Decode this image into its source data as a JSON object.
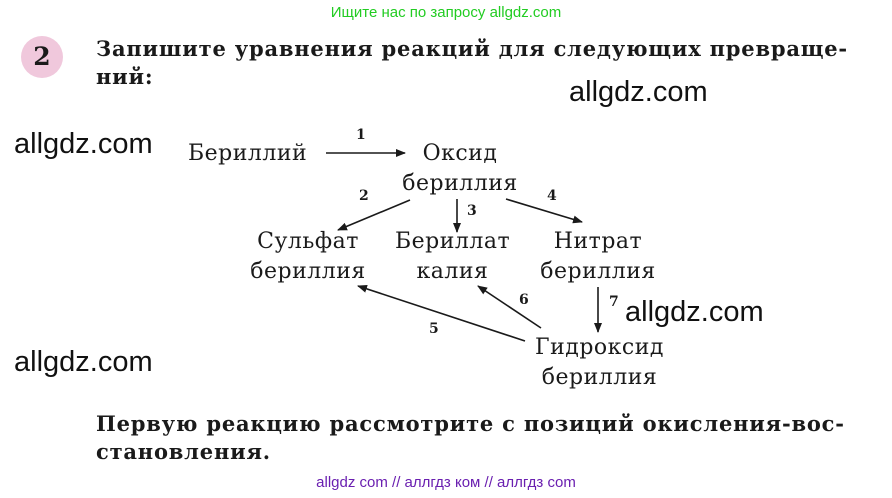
{
  "top_banner": "Ищите нас по запросу allgdz.com",
  "task": {
    "number": "2",
    "line1": "Запишите уравнения реакций для следующих превраще-",
    "line2": "ний:"
  },
  "watermarks": [
    "allgdz.com",
    "allgdz.com",
    "allgdz.com",
    "allgdz.com"
  ],
  "diagram": {
    "beryllium": "Бериллий",
    "oxide": [
      "Оксид",
      "бериллия"
    ],
    "sulfate": [
      "Сульфат",
      "бериллия"
    ],
    "beryllate": [
      "Бериллат",
      "калия"
    ],
    "nitrate": [
      "Нитрат",
      "бериллия"
    ],
    "hydroxide": [
      "Гидроксид",
      "бериллия"
    ],
    "steps": [
      "1",
      "2",
      "3",
      "4",
      "5",
      "6",
      "7"
    ]
  },
  "note": {
    "line1": "Первую реакцию рассмотрите с позиций окисления-вос-",
    "line2": "становления."
  },
  "footer": "allgdz com  //  аллгдз ком  //  аллгдз com"
}
